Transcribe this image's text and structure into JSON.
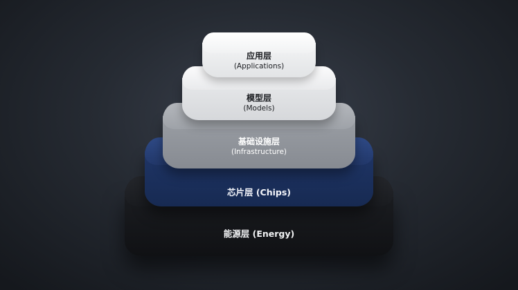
{
  "layers": [
    {
      "id": "applications",
      "title": "应用层",
      "subtitle": "(Applications)"
    },
    {
      "id": "models",
      "title": "模型层",
      "subtitle": "(Models)"
    },
    {
      "id": "infrastructure",
      "title": "基础设施层",
      "subtitle": "(Infrastructure)"
    },
    {
      "id": "chips",
      "label": "芯片层 (Chips)"
    },
    {
      "id": "energy",
      "label": "能源层 (Energy)"
    }
  ],
  "colors": {
    "background": "#262b33",
    "applications": "#ffffff",
    "models": "#eeeff1",
    "infrastructure": "#a8acb2",
    "chips": "#263f75",
    "energy": "#1c1e22"
  }
}
